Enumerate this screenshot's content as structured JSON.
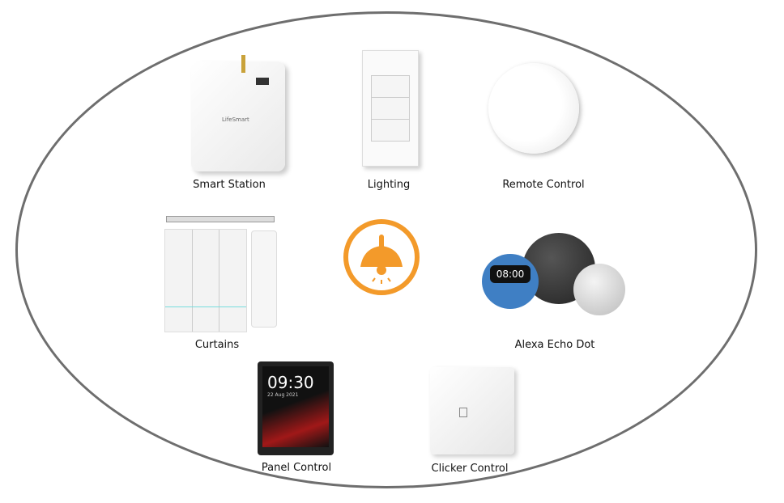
{
  "hub": {
    "icon": "pendant-lamp-icon",
    "color": "#f39a2a"
  },
  "devices": [
    {
      "label": "Smart Station",
      "brand": "LifeSmart"
    },
    {
      "label": "Lighting"
    },
    {
      "label": "Remote Control"
    },
    {
      "label": "Curtains"
    },
    {
      "label": "Alexa Echo Dot",
      "clock": "08:00"
    },
    {
      "label": "Panel Control",
      "clock": "09:30",
      "date": "22 Aug 2021"
    },
    {
      "label": "Clicker Control"
    }
  ]
}
